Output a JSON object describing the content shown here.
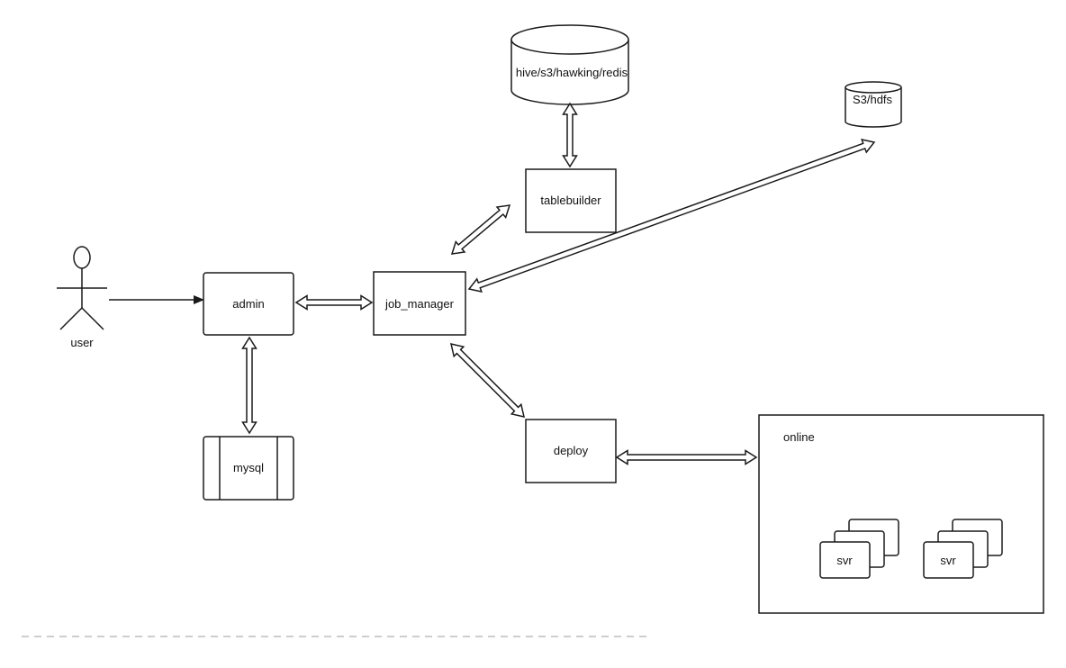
{
  "nodes": {
    "user": "user",
    "admin": "admin",
    "job_manager": "job_manager",
    "tablebuilder": "tablebuilder",
    "storage": "hive/s3/hawking/redis",
    "s3_hdfs": "S3/hdfs",
    "mysql": "mysql",
    "deploy": "deploy",
    "online": "online",
    "svr_1": "svr",
    "svr_2": "svr"
  },
  "colors": {
    "stroke": "#1a1a1a",
    "fill": "#ffffff",
    "divider": "#bdbdbd"
  }
}
